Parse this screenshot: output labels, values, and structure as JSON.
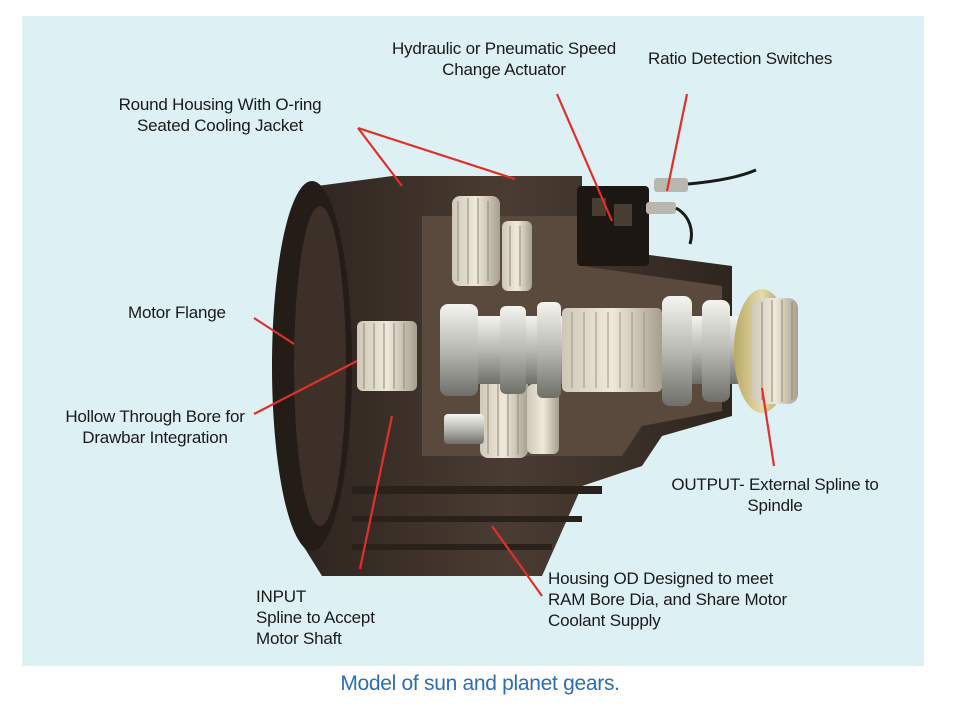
{
  "labels": {
    "actuator": {
      "line1": "Hydraulic or Pneumatic Speed",
      "line2": "Change Actuator"
    },
    "ratio": {
      "line1": "Ratio Detection Switches"
    },
    "housing": {
      "line1": "Round Housing With O-ring",
      "line2": "Seated Cooling Jacket"
    },
    "flange": {
      "line1": "Motor Flange"
    },
    "bore": {
      "line1": "Hollow Through Bore for",
      "line2": "Drawbar Integration"
    },
    "output": {
      "line1": "OUTPUT- External Spline to",
      "line2": "Spindle"
    },
    "input": {
      "line1": "INPUT",
      "line2": "Spline to Accept",
      "line3": "Motor Shaft"
    },
    "housing_od": {
      "line1": "Housing OD Designed to meet",
      "line2": "RAM Bore Dia, and Share Motor",
      "line3": "Coolant Supply"
    }
  },
  "caption": "Model of sun and planet gears.",
  "colors": {
    "background": "#ddf0f4",
    "leader": "#e0302a",
    "caption": "#2a6fb3",
    "housing": "#3a2e26",
    "metal": "#c9c9c4"
  }
}
